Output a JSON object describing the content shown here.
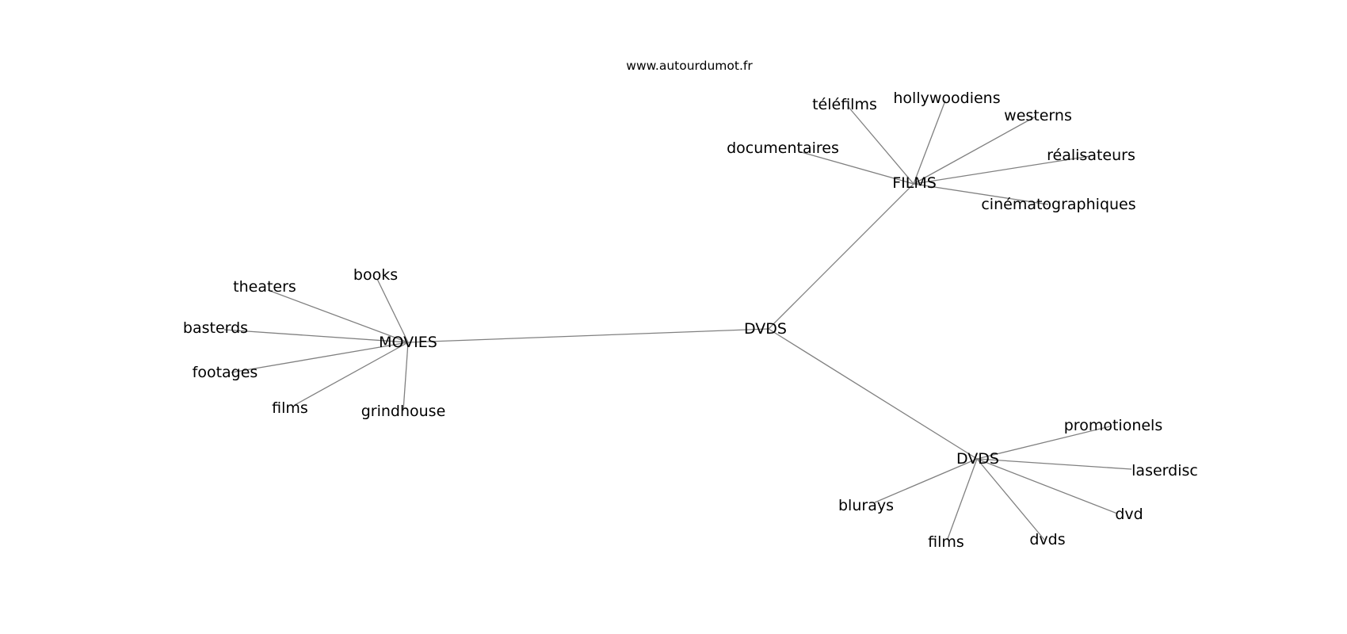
{
  "watermark": "www.autourdumot.fr",
  "colors": {
    "edge": "#808080",
    "text": "#000000",
    "background": "#ffffff"
  },
  "graph": {
    "nodes": [
      {
        "id": "dvds_center",
        "label": "DVDS"
      },
      {
        "id": "movies",
        "label": "MOVIES"
      },
      {
        "id": "films_hub",
        "label": "FILMS"
      },
      {
        "id": "dvds_hub",
        "label": "DVDS"
      },
      {
        "id": "theaters",
        "label": "theaters"
      },
      {
        "id": "books",
        "label": "books"
      },
      {
        "id": "basterds",
        "label": "basterds"
      },
      {
        "id": "footages",
        "label": "footages"
      },
      {
        "id": "films_movies",
        "label": "films"
      },
      {
        "id": "grindhouse",
        "label": "grindhouse"
      },
      {
        "id": "telefilms",
        "label": "téléfilms"
      },
      {
        "id": "hollywoodiens",
        "label": "hollywoodiens"
      },
      {
        "id": "westerns",
        "label": "westerns"
      },
      {
        "id": "documentaires",
        "label": "documentaires"
      },
      {
        "id": "realisateurs",
        "label": "réalisateurs"
      },
      {
        "id": "cinematographiques",
        "label": "cinématographiques"
      },
      {
        "id": "promotionels",
        "label": "promotionels"
      },
      {
        "id": "laserdisc",
        "label": "laserdisc"
      },
      {
        "id": "blurays",
        "label": "blurays"
      },
      {
        "id": "dvd",
        "label": "dvd"
      },
      {
        "id": "films_dvds",
        "label": "films"
      },
      {
        "id": "dvds_leaf",
        "label": "dvds"
      }
    ],
    "edges": [
      [
        "dvds_center",
        "movies"
      ],
      [
        "dvds_center",
        "films_hub"
      ],
      [
        "dvds_center",
        "dvds_hub"
      ],
      [
        "movies",
        "theaters"
      ],
      [
        "movies",
        "books"
      ],
      [
        "movies",
        "basterds"
      ],
      [
        "movies",
        "footages"
      ],
      [
        "movies",
        "films_movies"
      ],
      [
        "movies",
        "grindhouse"
      ],
      [
        "films_hub",
        "telefilms"
      ],
      [
        "films_hub",
        "hollywoodiens"
      ],
      [
        "films_hub",
        "westerns"
      ],
      [
        "films_hub",
        "documentaires"
      ],
      [
        "films_hub",
        "realisateurs"
      ],
      [
        "films_hub",
        "cinematographiques"
      ],
      [
        "dvds_hub",
        "promotionels"
      ],
      [
        "dvds_hub",
        "laserdisc"
      ],
      [
        "dvds_hub",
        "blurays"
      ],
      [
        "dvds_hub",
        "dvd"
      ],
      [
        "dvds_hub",
        "films_dvds"
      ],
      [
        "dvds_hub",
        "dvds_leaf"
      ]
    ]
  }
}
